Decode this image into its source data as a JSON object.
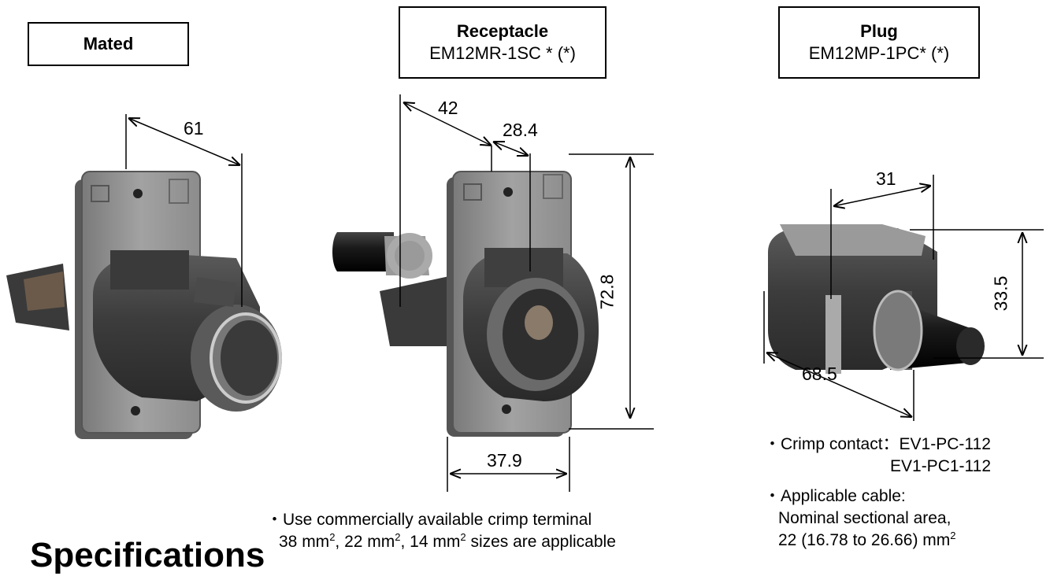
{
  "labels": {
    "mated": "Mated",
    "receptacle_title": "Receptacle",
    "receptacle_part": "EM12MR-1SC * (*)",
    "plug_title": "Plug",
    "plug_part": "EM12MP-1PC* (*)"
  },
  "dimensions": {
    "mated_length": "61",
    "rec_depth": "42",
    "rec_flange": "28.4",
    "rec_height": "72.8",
    "rec_width": "37.9",
    "plug_top": "31",
    "plug_height": "33.5",
    "plug_length": "68.5"
  },
  "notes": {
    "crimp_contact_label": "・Crimp contact：",
    "crimp_contact_1": "EV1-PC-112",
    "crimp_contact_2": "EV1-PC1-112",
    "applicable_cable": "・Applicable cable:",
    "nominal_area": "Nominal sectional area,",
    "cable_range_prefix": "22 (16.78 to 26.66) mm",
    "cable_range_sup": "2",
    "terminal_line1": "・Use commercially available crimp terminal",
    "terminal_s1": "38 mm",
    "terminal_s2": ", 22 mm",
    "terminal_s3": ", 14 mm",
    "terminal_s4": "  sizes are applicable",
    "sup2": "2"
  },
  "section_heading": "Specifications"
}
